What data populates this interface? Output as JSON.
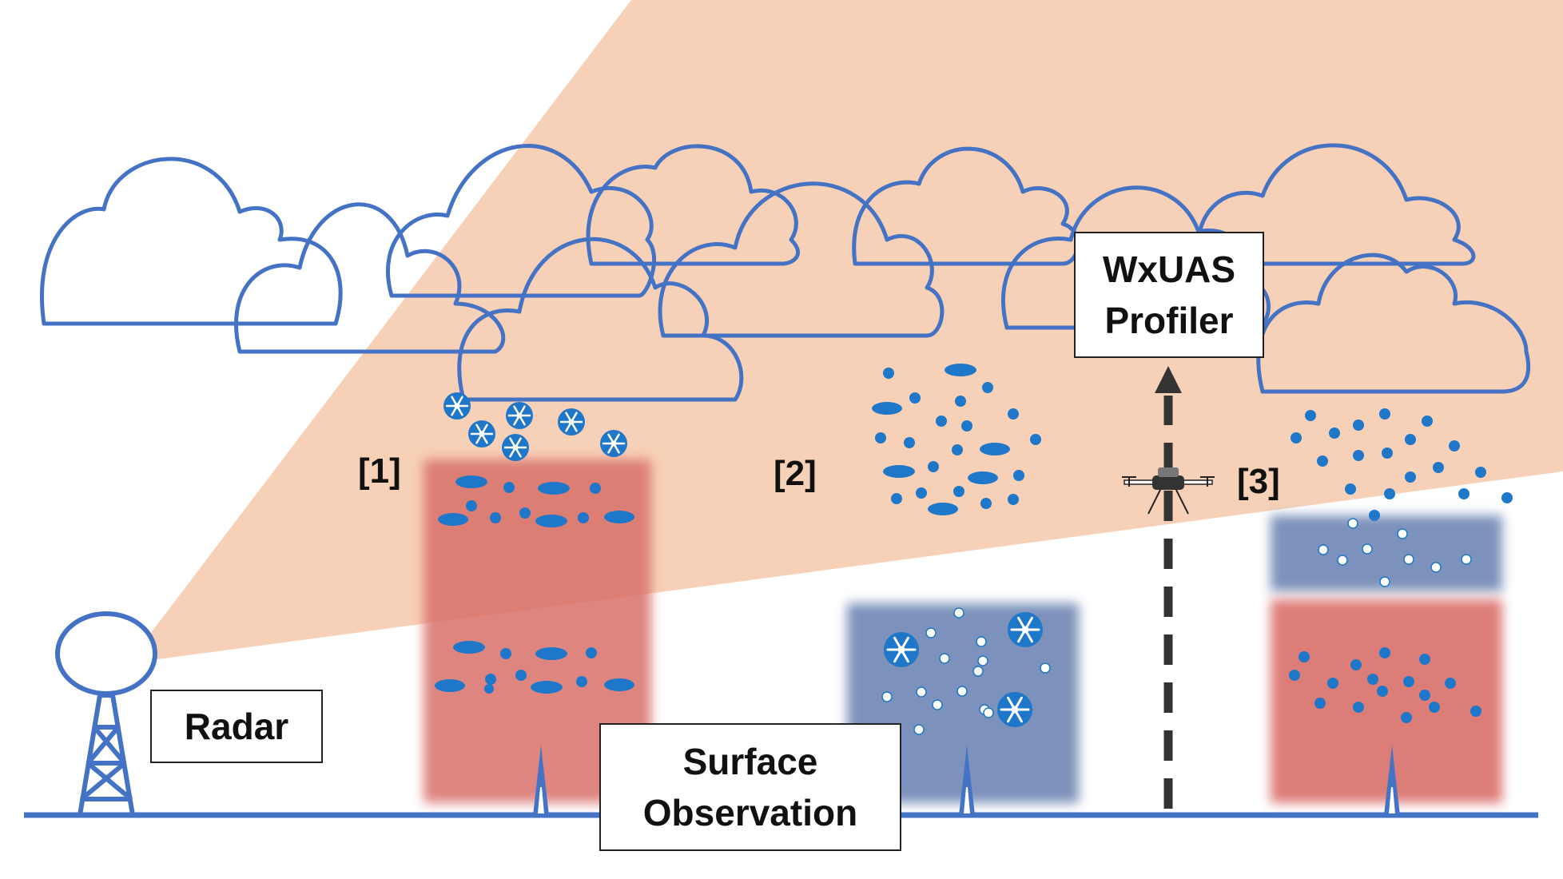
{
  "labels": {
    "radar": "Radar",
    "surface_line1": "Surface",
    "surface_line2": "Observation",
    "profiler_line1": "WxUAS",
    "profiler_line2": "Profiler",
    "case1": "[1]",
    "case2": "[2]",
    "case3": "[3]"
  },
  "colors": {
    "line": "#4472C4",
    "beam": "#F5C6A5",
    "warm_layer": "#D9706A",
    "cold_layer": "#6E86B4",
    "precip": "#1F77C9",
    "arrow": "#333333"
  },
  "icons": [
    "radar-tower-icon",
    "cloud-icon",
    "snowflake-icon",
    "drone-icon",
    "surface-station-icon",
    "up-arrow-icon"
  ]
}
